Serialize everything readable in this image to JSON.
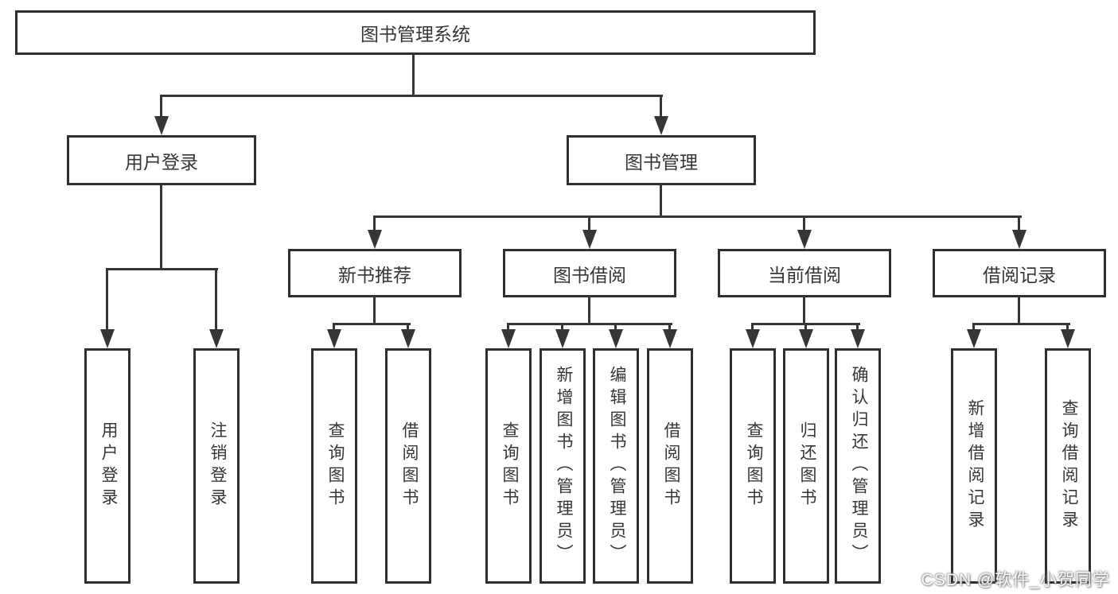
{
  "root": {
    "label": "图书管理系统"
  },
  "branches": [
    {
      "label": "用户登录",
      "children": [
        {
          "label": "用户登录"
        },
        {
          "label": "注销登录"
        }
      ]
    },
    {
      "label": "图书管理",
      "children": [
        {
          "label": "新书推荐",
          "children": [
            {
              "label": "查询图书"
            },
            {
              "label": "借阅图书"
            }
          ]
        },
        {
          "label": "图书借阅",
          "children": [
            {
              "label": "查询图书"
            },
            {
              "label": "新增图书（管理员）"
            },
            {
              "label": "编辑图书（管理员）"
            },
            {
              "label": "借阅图书"
            }
          ]
        },
        {
          "label": "当前借阅",
          "children": [
            {
              "label": "查询图书"
            },
            {
              "label": "归还图书"
            },
            {
              "label": "确认归还（管理员）"
            }
          ]
        },
        {
          "label": "借阅记录",
          "children": [
            {
              "label": "新增借阅记录"
            },
            {
              "label": "查询借阅记录"
            }
          ]
        }
      ]
    }
  ],
  "watermark": "CSDN @软件_小贺同学"
}
